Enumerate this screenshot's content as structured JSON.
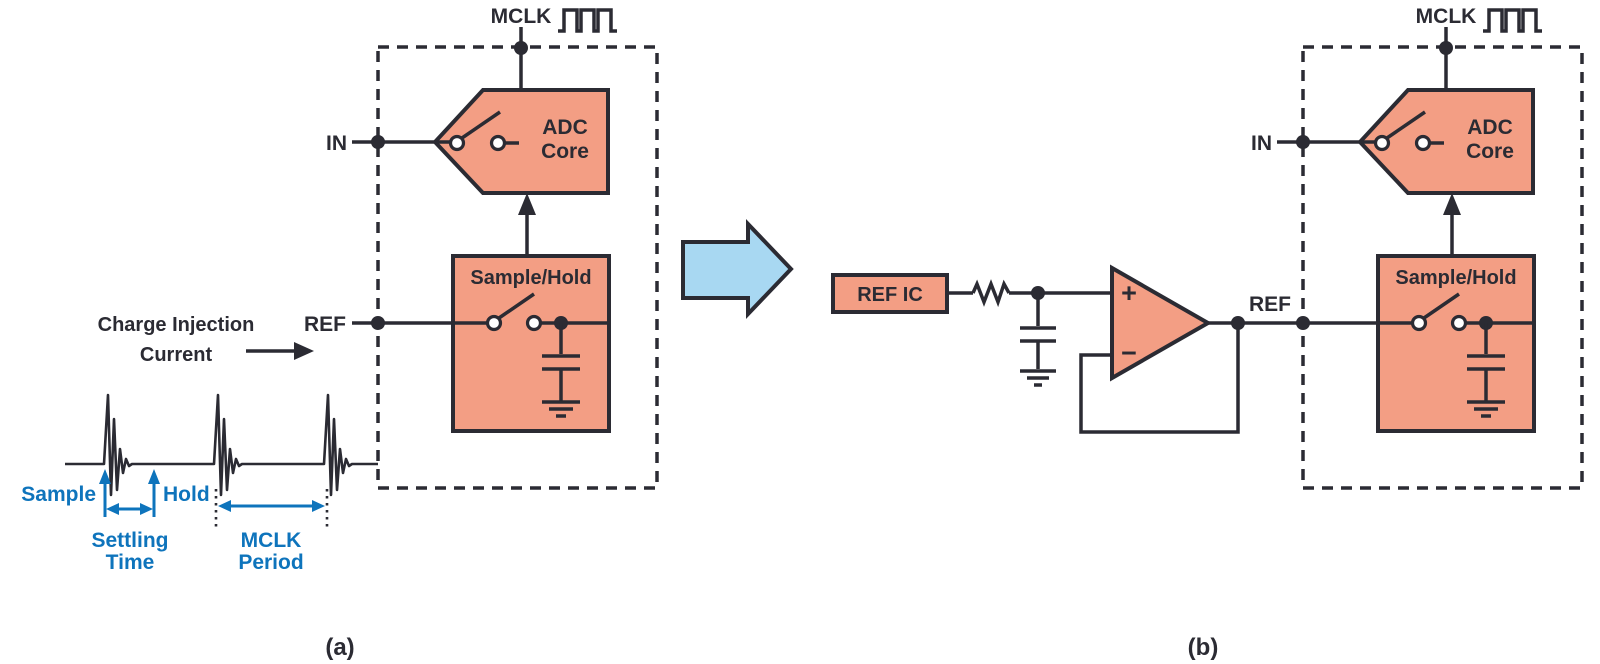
{
  "colors": {
    "line": "#2b2b33",
    "salmon_fill": "#f39e84",
    "annotation_blue": "#0e74bc",
    "transform_arrow_fill": "#a8d8f2",
    "background": "#ffffff"
  },
  "diagram_a": {
    "caption": "(a)",
    "mclk_label": "MCLK",
    "in_label": "IN",
    "ref_label": "REF",
    "adc_core": {
      "line1": "ADC",
      "line2": "Core"
    },
    "sample_hold_label": "Sample/Hold",
    "charge_injection": {
      "line1": "Charge Injection",
      "line2": "Current"
    },
    "waveform": {
      "sample_label": "Sample",
      "hold_label": "Hold",
      "settling_line1": "Settling",
      "settling_line2": "Time",
      "mclk_period_line1": "MCLK",
      "mclk_period_line2": "Period"
    }
  },
  "diagram_b": {
    "caption": "(b)",
    "ref_ic_label": "REF IC",
    "opamp": {
      "plus": "+",
      "minus": "−"
    },
    "ref_label": "REF",
    "mclk_label": "MCLK",
    "in_label": "IN",
    "adc_core": {
      "line1": "ADC",
      "line2": "Core"
    },
    "sample_hold_label": "Sample/Hold"
  }
}
